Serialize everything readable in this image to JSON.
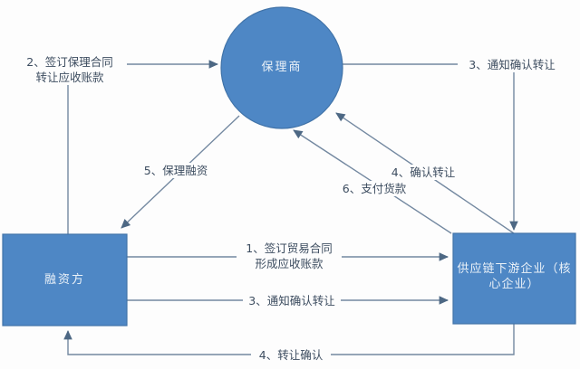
{
  "colors": {
    "node_fill": "#4e87c5",
    "node_border": "#4173a8",
    "node_text": "#eaf1f8",
    "line": "#7388a0",
    "arrow": "#4d6884",
    "label_text": "#3d4d60",
    "background": "#fdfdfd"
  },
  "nodes": {
    "factor": {
      "label": "保理商"
    },
    "financier": {
      "label": "融资方"
    },
    "downstream": {
      "label": "供应链下游企业（核心企业）"
    }
  },
  "edges": {
    "sign_factoring_contract": {
      "line1": "2、签订保理合同",
      "line2": "转让应收账款",
      "from": "融资方",
      "to": "保理商"
    },
    "notify_confirm_transfer_top": {
      "label": "3、通知确认转让",
      "from": "保理商",
      "to": "供应链下游企业（核心企业）"
    },
    "factoring_financing": {
      "label": "5、保理融资",
      "from": "保理商",
      "to": "融资方"
    },
    "confirm_transfer": {
      "label": "4、确认转让",
      "from": "供应链下游企业（核心企业）",
      "to": "保理商"
    },
    "pay_for_goods": {
      "label": "6、支付货款",
      "from": "供应链下游企业（核心企业）",
      "to": "保理商"
    },
    "sign_trade_contract": {
      "line1": "1、签订贸易合同",
      "line2": "形成应收账款",
      "from": "融资方",
      "to": "供应链下游企业（核心企业）"
    },
    "notify_confirm_transfer_mid": {
      "label": "3、通知确认转让",
      "from": "融资方",
      "to": "供应链下游企业（核心企业）"
    },
    "transfer_confirm": {
      "label": "4、转让确认",
      "from": "供应链下游企业（核心企业）",
      "to": "融资方"
    }
  }
}
